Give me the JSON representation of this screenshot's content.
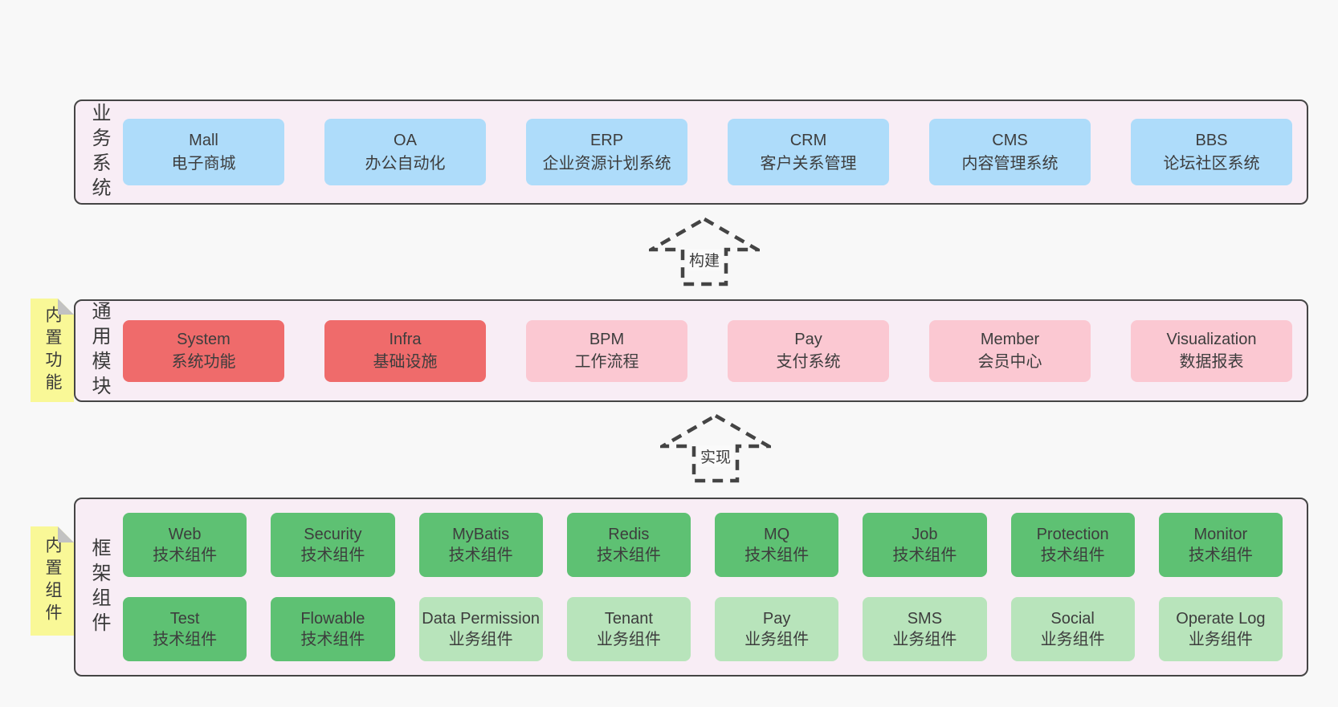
{
  "colors": {
    "page_bg": "#f8f8f8",
    "band_bg": "#f8edf5",
    "band_border": "#454545",
    "blue_box": "#aedcfa",
    "red_box": "#ef6b6b",
    "pink_box": "#fbc8d2",
    "green_box": "#5ec173",
    "light_green_box": "#b8e4bb",
    "sticky_yellow": "#f9f897"
  },
  "band1": {
    "label": "业务系统",
    "boxes": [
      {
        "title": "Mall",
        "subtitle": "电子商城"
      },
      {
        "title": "OA",
        "subtitle": "办公自动化"
      },
      {
        "title": "ERP",
        "subtitle": "企业资源计划系统"
      },
      {
        "title": "CRM",
        "subtitle": "客户关系管理"
      },
      {
        "title": "CMS",
        "subtitle": "内容管理系统"
      },
      {
        "title": "BBS",
        "subtitle": "论坛社区系统"
      }
    ]
  },
  "arrow1": {
    "label": "构建"
  },
  "band2": {
    "label": "通用模块",
    "sticky": "内置功能",
    "boxes": [
      {
        "title": "System",
        "subtitle": "系统功能",
        "variant": "red"
      },
      {
        "title": "Infra",
        "subtitle": "基础设施",
        "variant": "red"
      },
      {
        "title": "BPM",
        "subtitle": "工作流程",
        "variant": "pink"
      },
      {
        "title": "Pay",
        "subtitle": "支付系统",
        "variant": "pink"
      },
      {
        "title": "Member",
        "subtitle": "会员中心",
        "variant": "pink"
      },
      {
        "title": "Visualization",
        "subtitle": "数据报表",
        "variant": "pink"
      }
    ]
  },
  "arrow2": {
    "label": "实现"
  },
  "band3": {
    "label": "框架组件",
    "sticky": "内置组件",
    "row1": [
      {
        "title": "Web",
        "subtitle": "技术组件",
        "variant": "green"
      },
      {
        "title": "Security",
        "subtitle": "技术组件",
        "variant": "green"
      },
      {
        "title": "MyBatis",
        "subtitle": "技术组件",
        "variant": "green"
      },
      {
        "title": "Redis",
        "subtitle": "技术组件",
        "variant": "green"
      },
      {
        "title": "MQ",
        "subtitle": "技术组件",
        "variant": "green"
      },
      {
        "title": "Job",
        "subtitle": "技术组件",
        "variant": "green"
      },
      {
        "title": "Protection",
        "subtitle": "技术组件",
        "variant": "green"
      },
      {
        "title": "Monitor",
        "subtitle": "技术组件",
        "variant": "green"
      }
    ],
    "row2": [
      {
        "title": "Test",
        "subtitle": "技术组件",
        "variant": "green"
      },
      {
        "title": "Flowable",
        "subtitle": "技术组件",
        "variant": "green"
      },
      {
        "title": "Data Permission",
        "subtitle": "业务组件",
        "variant": "lightgreen"
      },
      {
        "title": "Tenant",
        "subtitle": "业务组件",
        "variant": "lightgreen"
      },
      {
        "title": "Pay",
        "subtitle": "业务组件",
        "variant": "lightgreen"
      },
      {
        "title": "SMS",
        "subtitle": "业务组件",
        "variant": "lightgreen"
      },
      {
        "title": "Social",
        "subtitle": "业务组件",
        "variant": "lightgreen"
      },
      {
        "title": "Operate Log",
        "subtitle": "业务组件",
        "variant": "lightgreen"
      }
    ]
  }
}
